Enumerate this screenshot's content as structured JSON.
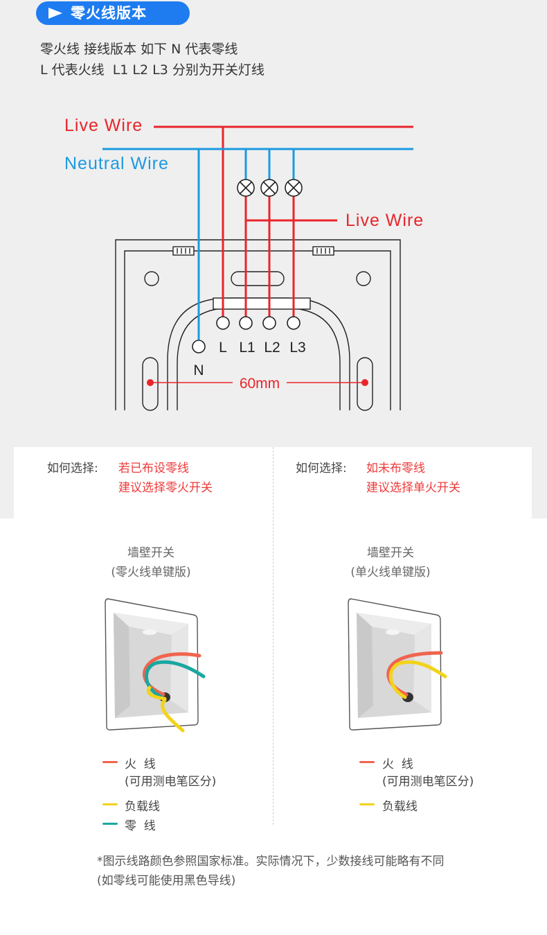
{
  "header": {
    "title": "零火线版本"
  },
  "intro": {
    "line1": "零火线 接线版本 如下 N 代表零线",
    "line2": "L 代表火线  L1 L2 L3 分别为开关灯线"
  },
  "diagram": {
    "live_wire_top": "Live Wire",
    "neutral_wire": "Neutral Wire",
    "live_wire_right": "Live Wire",
    "terminals": [
      "N",
      "L",
      "L1",
      "L2",
      "L3"
    ],
    "dimension": "60mm",
    "colors": {
      "live": "#e8252b",
      "neutral": "#1b9ae0"
    }
  },
  "choice": {
    "left": {
      "label": "如何选择:",
      "line1": "若已布设零线",
      "line2": "建议选择零火开关"
    },
    "right": {
      "label": "如何选择:",
      "line1": "如未布零线",
      "line2": "建议选择单火开关"
    }
  },
  "products": {
    "left": {
      "title": "墙壁开关",
      "subtitle": "(零火线单键版)",
      "legend": [
        {
          "name": "火  线",
          "sub": "(可用测电笔区分)",
          "color": "#f0644f"
        },
        {
          "name": "负载线",
          "color": "#f2d31b"
        },
        {
          "name": "零  线",
          "color": "#1aa7a0"
        }
      ]
    },
    "right": {
      "title": "墙壁开关",
      "subtitle": "(单火线单键版)",
      "legend": [
        {
          "name": "火  线",
          "sub": "(可用测电笔区分)",
          "color": "#f0644f"
        },
        {
          "name": "负载线",
          "color": "#f2d31b"
        }
      ]
    }
  },
  "footnote": {
    "line1": "*图示线路颜色参照国家标准。实际情况下，少数接线可能略有不同",
    "line2": "(如零线可能使用黑色导线)"
  }
}
